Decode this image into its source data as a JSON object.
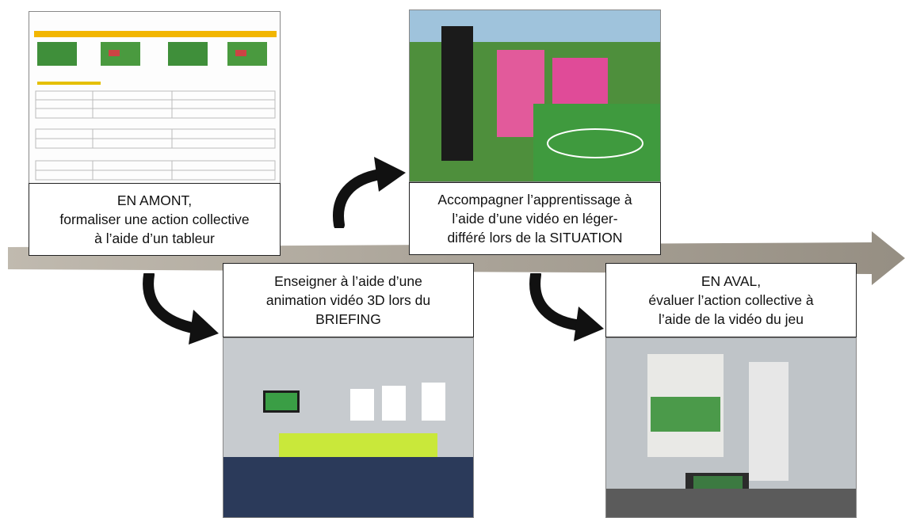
{
  "steps": [
    {
      "id": "amont",
      "text": "EN AMONT,\nformaliser une action collective\nà l’aide d’un tableur"
    },
    {
      "id": "briefing",
      "text": "Enseigner à l’aide d’une\nanimation vidéo 3D lors du\nBRIEFING"
    },
    {
      "id": "situation",
      "text": "Accompagner l’apprentissage à\nl’aide d’une vidéo en léger-\ndifféré lors de la SITUATION"
    },
    {
      "id": "aval",
      "text": "EN AVAL,\névaluer l’action collective à\nl’aide de la vidéo du jeu"
    }
  ],
  "colors": {
    "arrow": "#8a8275",
    "curve": "#111111",
    "accent": "#f2b600",
    "grass": "#3f8f3a"
  },
  "icons": [
    "curved-arrow-icon",
    "timeline-arrow"
  ]
}
